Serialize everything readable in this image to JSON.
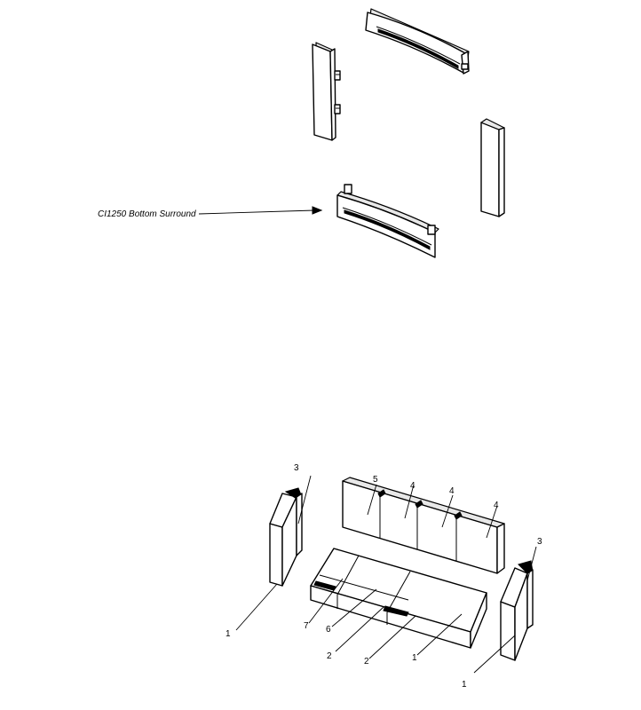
{
  "surround": {
    "callout": "CI1250 Bottom Surround"
  },
  "firebrick": {
    "labels": {
      "left_side_3": "3",
      "left_side_1": "1",
      "back_5": "5",
      "back_4a": "4",
      "back_4b": "4",
      "back_4c": "4",
      "right_side_3": "3",
      "right_side_1": "1",
      "floor_7": "7",
      "floor_6": "6",
      "floor_2a": "2",
      "floor_2b": "2",
      "floor_1": "1"
    }
  }
}
